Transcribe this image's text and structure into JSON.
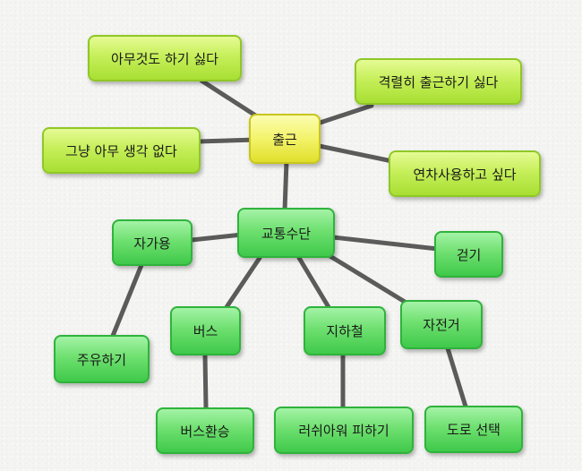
{
  "map": {
    "root": "출근",
    "hub": "교통수단",
    "mood": {
      "nothing": "아무것도 하기 싫다",
      "hate": "격렬히 출근하기 싫다",
      "blank": "그냥 아무 생각 없다",
      "leave": "연차사용하고 싶다"
    },
    "modes": {
      "car": "자가용",
      "walk": "걷기",
      "bus": "버스",
      "subway": "지하철",
      "bike": "자전거"
    },
    "details": {
      "fuel": "주유하기",
      "transfer": "버스환승",
      "rush": "러쉬아워 피하기",
      "road": "도로 선택"
    }
  },
  "colors": {
    "edge": "#5b5b5b",
    "root_fill": "#f3f36a",
    "mood_fill": "#c6ef5a",
    "mode_fill": "#6fe070"
  }
}
